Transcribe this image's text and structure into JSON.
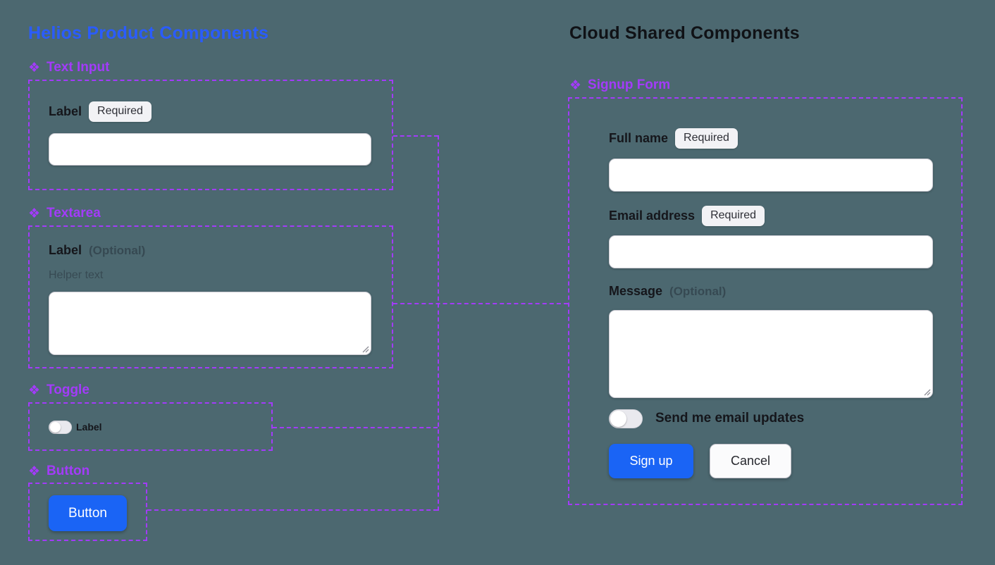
{
  "colors": {
    "background": "#4C6870",
    "component_purple": "#A33BFA",
    "brand_blue_title": "#2A5CFF",
    "primary_button_blue": "#1A64F5",
    "badge_background": "#F2F2F5",
    "input_border": "#C9C9D1"
  },
  "left_panel": {
    "title": "Helios Product Components",
    "sections": {
      "text_input": {
        "icon_glyph": "❖",
        "title": "Text Input",
        "label": "Label",
        "badge": "Required",
        "input_value": ""
      },
      "textarea": {
        "icon_glyph": "❖",
        "title": "Textarea",
        "label": "Label",
        "optional": "(Optional)",
        "helper_text": "Helper text",
        "value": ""
      },
      "toggle": {
        "icon_glyph": "❖",
        "title": "Toggle",
        "label": "Label",
        "state": "off"
      },
      "button": {
        "icon_glyph": "❖",
        "title": "Button",
        "label": "Button"
      }
    }
  },
  "right_panel": {
    "title": "Cloud Shared Components",
    "signup_form": {
      "icon_glyph": "❖",
      "title": "Signup Form",
      "full_name": {
        "label": "Full name",
        "badge": "Required",
        "value": ""
      },
      "email": {
        "label": "Email address",
        "badge": "Required",
        "value": ""
      },
      "message": {
        "label": "Message",
        "optional": "(Optional)",
        "value": ""
      },
      "toggle": {
        "label": "Send me email updates",
        "state": "off"
      },
      "submit_label": "Sign up",
      "cancel_label": "Cancel"
    }
  }
}
